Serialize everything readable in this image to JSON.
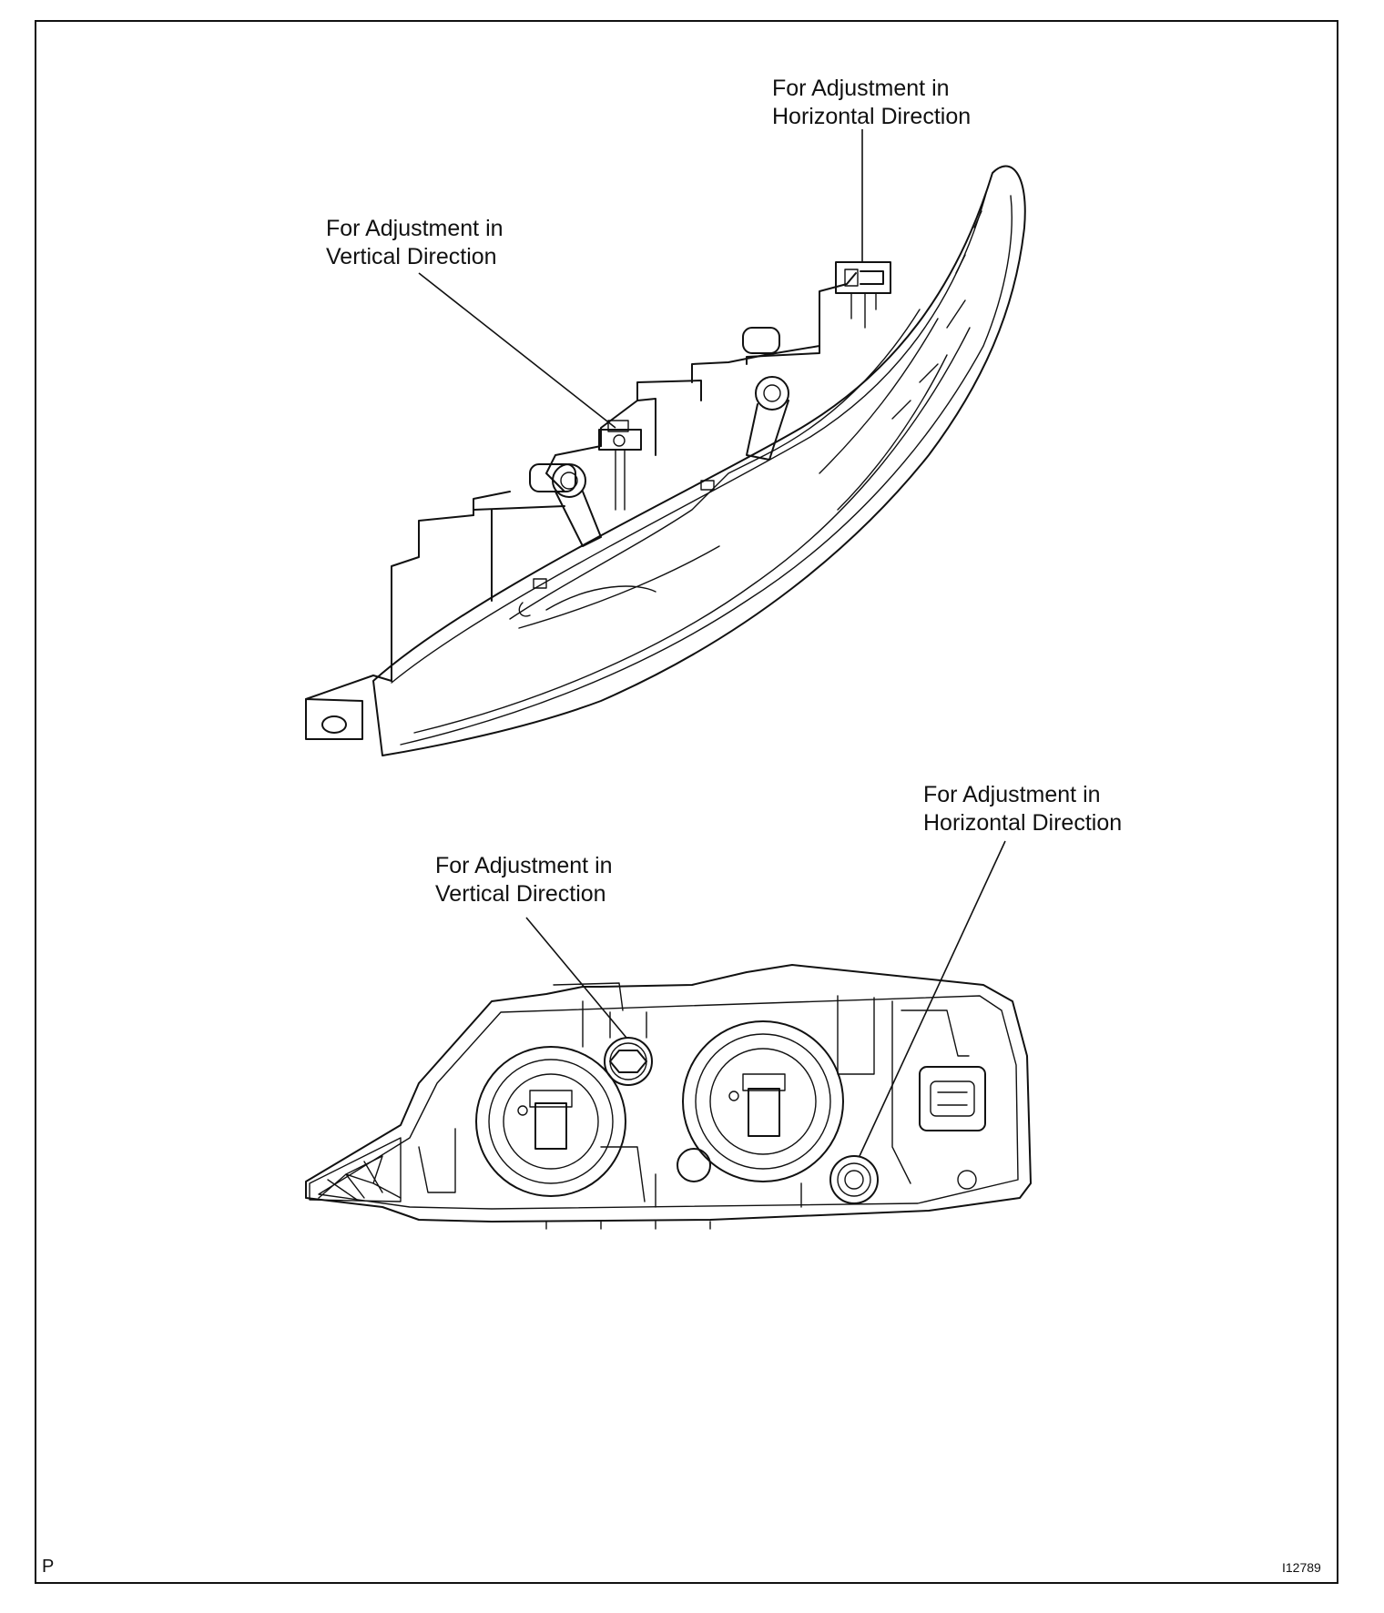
{
  "labels": {
    "top_horizontal": [
      "For Adjustment in",
      "Horizontal Direction"
    ],
    "top_vertical": [
      "For Adjustment in",
      "Vertical Direction"
    ],
    "bottom_vertical": [
      "For Adjustment in",
      "Vertical Direction"
    ],
    "bottom_horizontal": [
      "For Adjustment in",
      "Horizontal Direction"
    ]
  },
  "footer": {
    "left_code": "P",
    "figure_number": "I12789"
  },
  "figures": {
    "top": "headlamp-side-view",
    "bottom": "headlamp-rear-view"
  },
  "icons": [
    "adjusting-screw-icon",
    "hex-bolt-icon"
  ]
}
